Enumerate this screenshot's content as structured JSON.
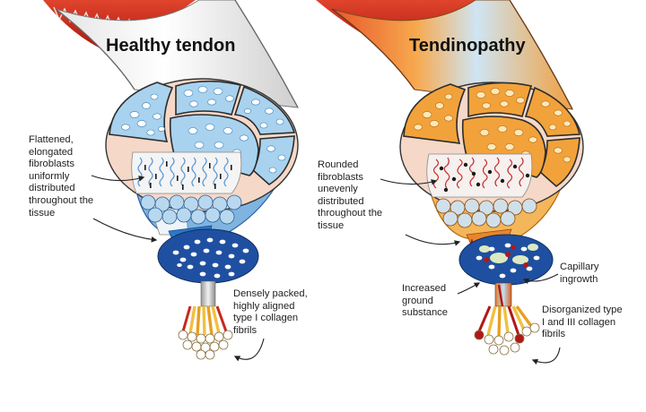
{
  "panels": {
    "healthy": {
      "title": "Healthy tendon",
      "fibroblast_label": [
        "Flattened,",
        "elongated",
        "fibroblasts",
        "uniformly",
        "distributed",
        "throughout the",
        "tissue"
      ],
      "fibril_label": [
        "Densely packed,",
        "highly aligned",
        "type I collagen",
        "fibrils"
      ]
    },
    "tendinopathy": {
      "title": "Tendinopathy",
      "fibroblast_label": [
        "Rounded",
        "fibroblasts",
        "unevenly",
        "distributed",
        "throughout the",
        "tissue"
      ],
      "capillary_label": [
        "Capillary",
        "ingrowth"
      ],
      "ground_label": [
        "Increased",
        "ground",
        "substance"
      ],
      "fibril_label": [
        "Disorganized type",
        "I and III collagen",
        "fibrils"
      ]
    }
  },
  "colors": {
    "muscle_red": "#c8281e",
    "healthy_blue": "#9fcdea",
    "healthy_dark_blue": "#1f4fa0",
    "tendinopathy_orange": "#f2a23a",
    "fibril_yellow": "#f0c040",
    "blood_red": "#b01818"
  }
}
